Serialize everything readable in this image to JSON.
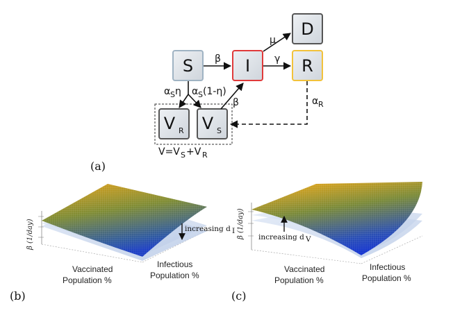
{
  "panel_a": {
    "label": "(a)",
    "compartments": {
      "S": "S",
      "I": "I",
      "R": "R",
      "D": "D",
      "VR_main": "V",
      "VR_sub": "R",
      "VS_main": "V",
      "VS_sub": "S"
    },
    "rates": {
      "beta_SI": "β",
      "gamma": "γ",
      "mu": "μ",
      "beta_VS": "β",
      "alpha_S_eta_main": "α",
      "alpha_S_eta_sub": "S",
      "alpha_S_eta_tail": "η",
      "alpha_S_1eta_main": "α",
      "alpha_S_1eta_sub": "S",
      "alpha_S_1eta_tail": "(1-η)",
      "alpha_R_main": "α",
      "alpha_R_sub": "R"
    },
    "v_equation": {
      "p1": "V=V",
      "s1": "S",
      "p2": "+V",
      "s2": "R"
    },
    "colors": {
      "box_fill": "#dfe3e8",
      "S_border": "#9fb3c3",
      "I_border": "#e03a3a",
      "R_border": "#f2c23a",
      "D_border": "#555555",
      "V_border": "#555555"
    }
  },
  "panel_b": {
    "label": "(b)",
    "ylabel": "β (1/day)",
    "xlabel_left_1": "Vaccinated",
    "xlabel_left_2": "Population %",
    "xlabel_right_1": "Infectious",
    "xlabel_right_2": "Population %",
    "annotation": "increasing d",
    "annotation_sub": "I"
  },
  "panel_c": {
    "label": "(c)",
    "ylabel": "β (1/day)",
    "xlabel_left_1": "Vaccinated",
    "xlabel_left_2": "Population %",
    "xlabel_right_1": "Infectious",
    "xlabel_right_2": "Population %",
    "annotation": "increasing d",
    "annotation_sub": "V"
  },
  "surface_colors": {
    "high": "#e8a61c",
    "mid": "#6f8a3a",
    "low": "#1f3fbf",
    "light": "#c9d8ee"
  }
}
